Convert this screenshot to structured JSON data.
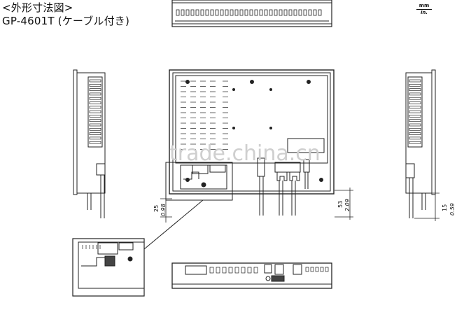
{
  "header": {
    "title": "<外形寸法図>",
    "model": "GP-4601T (ケーブル付き)"
  },
  "units": {
    "primary": "mm",
    "secondary": "in."
  },
  "dimensions": {
    "front_bottom_mm": "25",
    "front_bottom_in": "0.98",
    "front_right_mm": "53",
    "front_right_in": "2.09",
    "side_right_mm": "15",
    "side_right_in": "0.59"
  },
  "watermark": "trade.china.cn"
}
